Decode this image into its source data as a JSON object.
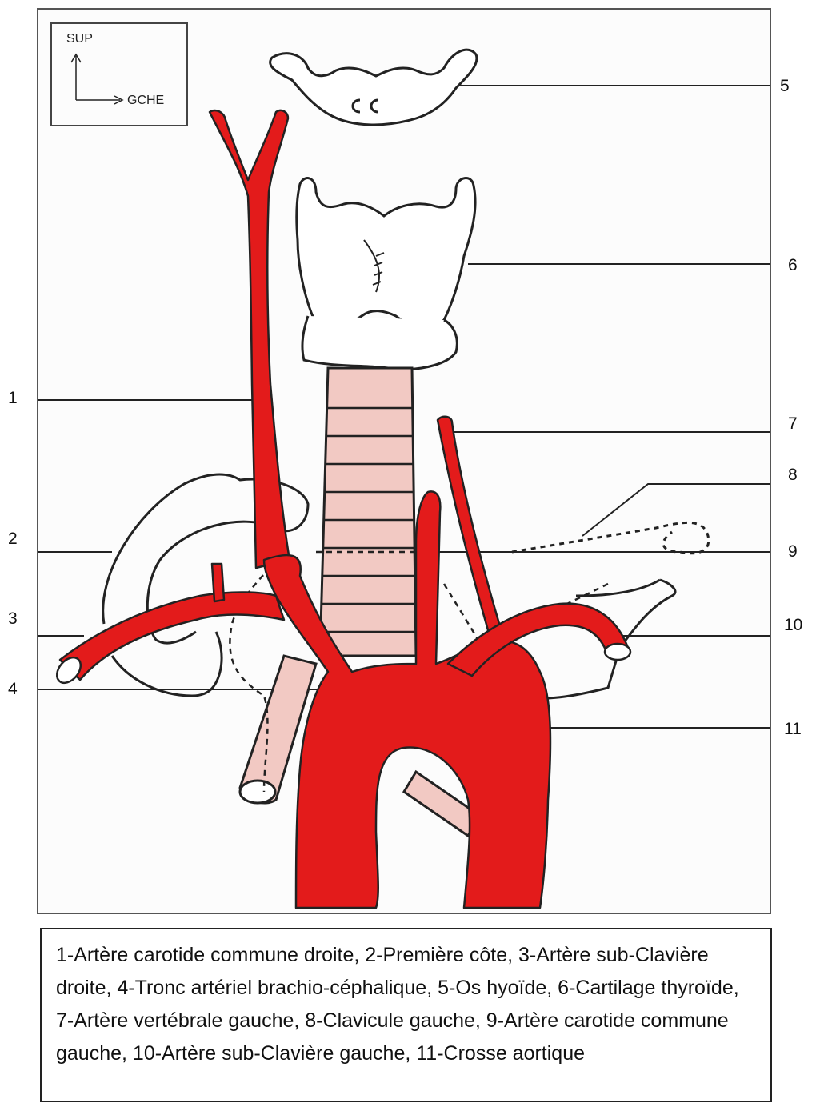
{
  "orientation": {
    "up_label": "SUP",
    "right_label": "GCHE"
  },
  "labels": [
    "1",
    "2",
    "3",
    "4",
    "5",
    "6",
    "7",
    "8",
    "9",
    "10",
    "11"
  ],
  "caption": "1-Artère carotide commune droite, 2-Première côte, 3-Artère sub-Clavière droite, 4-Tronc artériel brachio-céphalique, 5-Os hyoïde, 6-Cartilage thyroïde, 7-Artère vertébrale gauche, 8-Clavicule gauche, 9-Artère carotide commune gauche, 10-Artère sub-Clavière gauche, 11-Crosse aortique",
  "colors": {
    "artery": "#e31b1b",
    "trachea_fill": "#f2c9c3",
    "ink": "#222222"
  }
}
